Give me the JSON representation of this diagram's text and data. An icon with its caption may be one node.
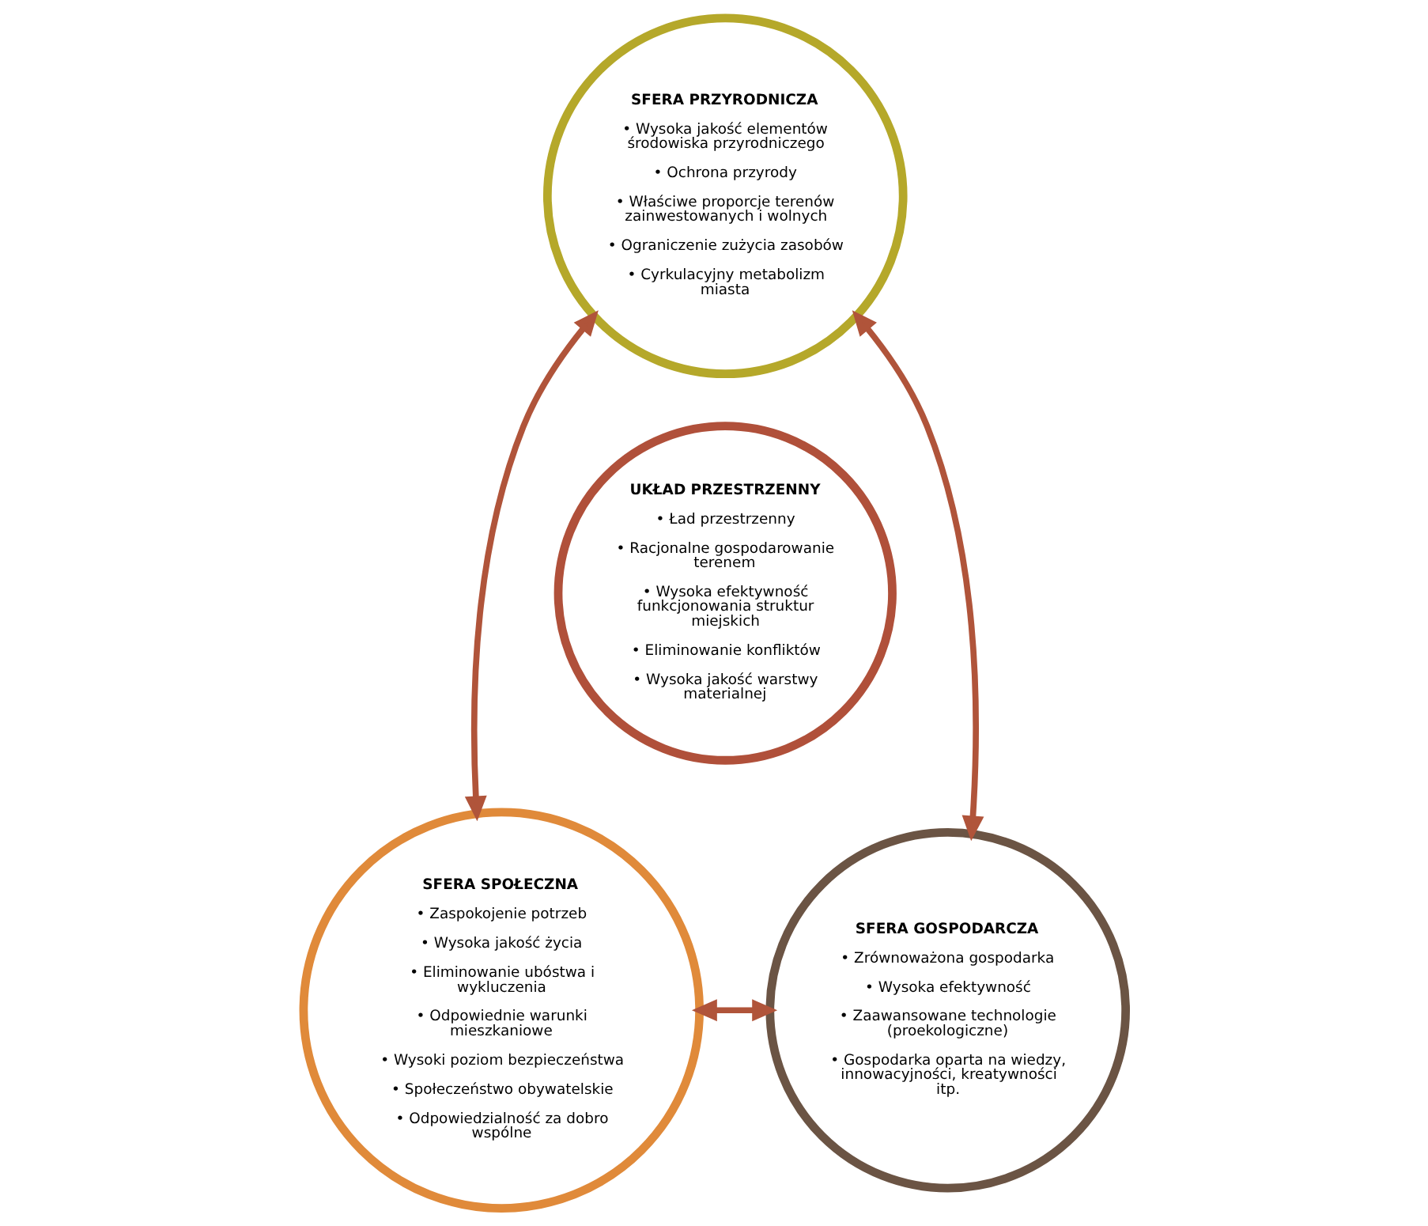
{
  "diagram": {
    "nodes": [
      {
        "text": [
          "SFERA PRZYRODNICZA",
          "• Wysoka jakość elementów środowiska przyrodniczego",
          "• Ochrona przyrody",
          "• Właściwe proporcje terenów zainwestowanych i wolnych",
          "• Ograniczenie zużycia zasobów",
          "• Cyrkulacyjny metabolizm miasta"
        ]
      },
      {
        "text": [
          "UKŁAD PRZESTRZENNY",
          "• Ład przestrzenny",
          "• Racjonalne gospodarowanie terenem",
          "• Wysoka efektywność funkcjonowania struktur miejskich",
          "• Eliminowanie konfliktów",
          "• Wysoka jakość warstwy materialnej"
        ]
      },
      {
        "text": [
          "SFERA SPOŁECZNA",
          "• Zaspokojenie potrzeb",
          "• Wysoka jakość życia",
          "• Eliminowanie ubóstwa i wykluczenia",
          "• Odpowiednie warunki mieszkaniowe",
          "• Wysoki poziom bezpieczeństwa",
          "• Społeczeństwo obywatelskie",
          "• Odpowiedzialność za dobro wspólne"
        ]
      },
      {
        "text": [
          "SFERA GOSPODARCZA",
          "• Zrównoważona gospodarka",
          "• Wysoka efektywność",
          "• Zaawansowane technologie (proekologiczne)",
          "• Gospodarka oparta na wiedzy, innowacyjności, kreatywności itp."
        ]
      }
    ],
    "edges": [
      {
        "from": 0,
        "to": 2,
        "arrow": "both"
      },
      {
        "from": 0,
        "to": 3,
        "arrow": "both"
      },
      {
        "from": 2,
        "to": 3,
        "arrow": "both"
      }
    ]
  }
}
